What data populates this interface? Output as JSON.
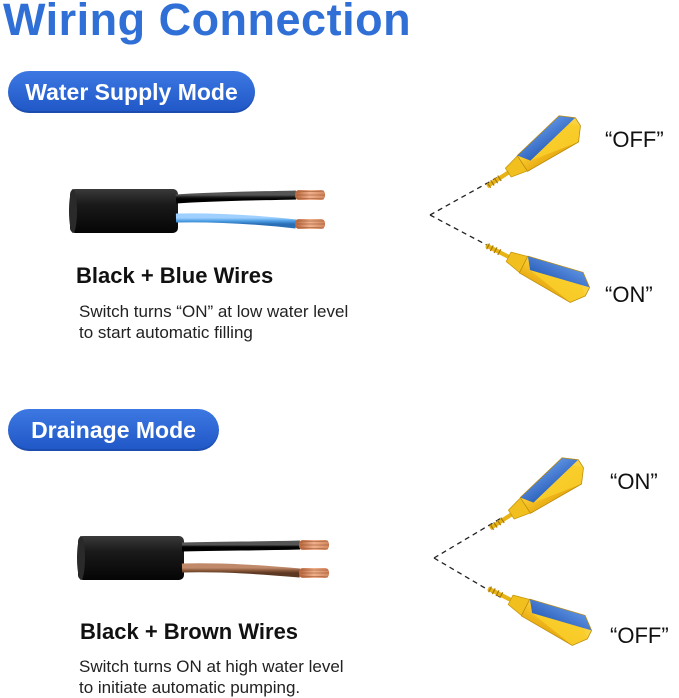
{
  "title": "Wiring Connection",
  "water_supply": {
    "mode_label": "Water Supply Mode",
    "wires_title": "Black + Blue Wires",
    "desc_line1": "Switch turns “ON” at low water level",
    "desc_line2": "to start automatic filling",
    "upper_state": "“OFF”",
    "lower_state": "“ON”"
  },
  "drainage": {
    "mode_label": "Drainage Mode",
    "wires_title": "Black + Brown Wires",
    "desc_line1": "Switch turns ON at high water level",
    "desc_line2": "to initiate automatic pumping.",
    "upper_state": "“ON”",
    "lower_state": "“OFF”"
  },
  "colors": {
    "accent_blue": "#2f6fd6",
    "wire_blue": "#4fa0e6",
    "wire_brown": "#8b5a3c",
    "float_blue": "#3f78d0",
    "float_yellow": "#f4c21c"
  },
  "icons": [
    "cable-black-blue-icon",
    "cable-black-brown-icon",
    "float-switch-icon"
  ]
}
